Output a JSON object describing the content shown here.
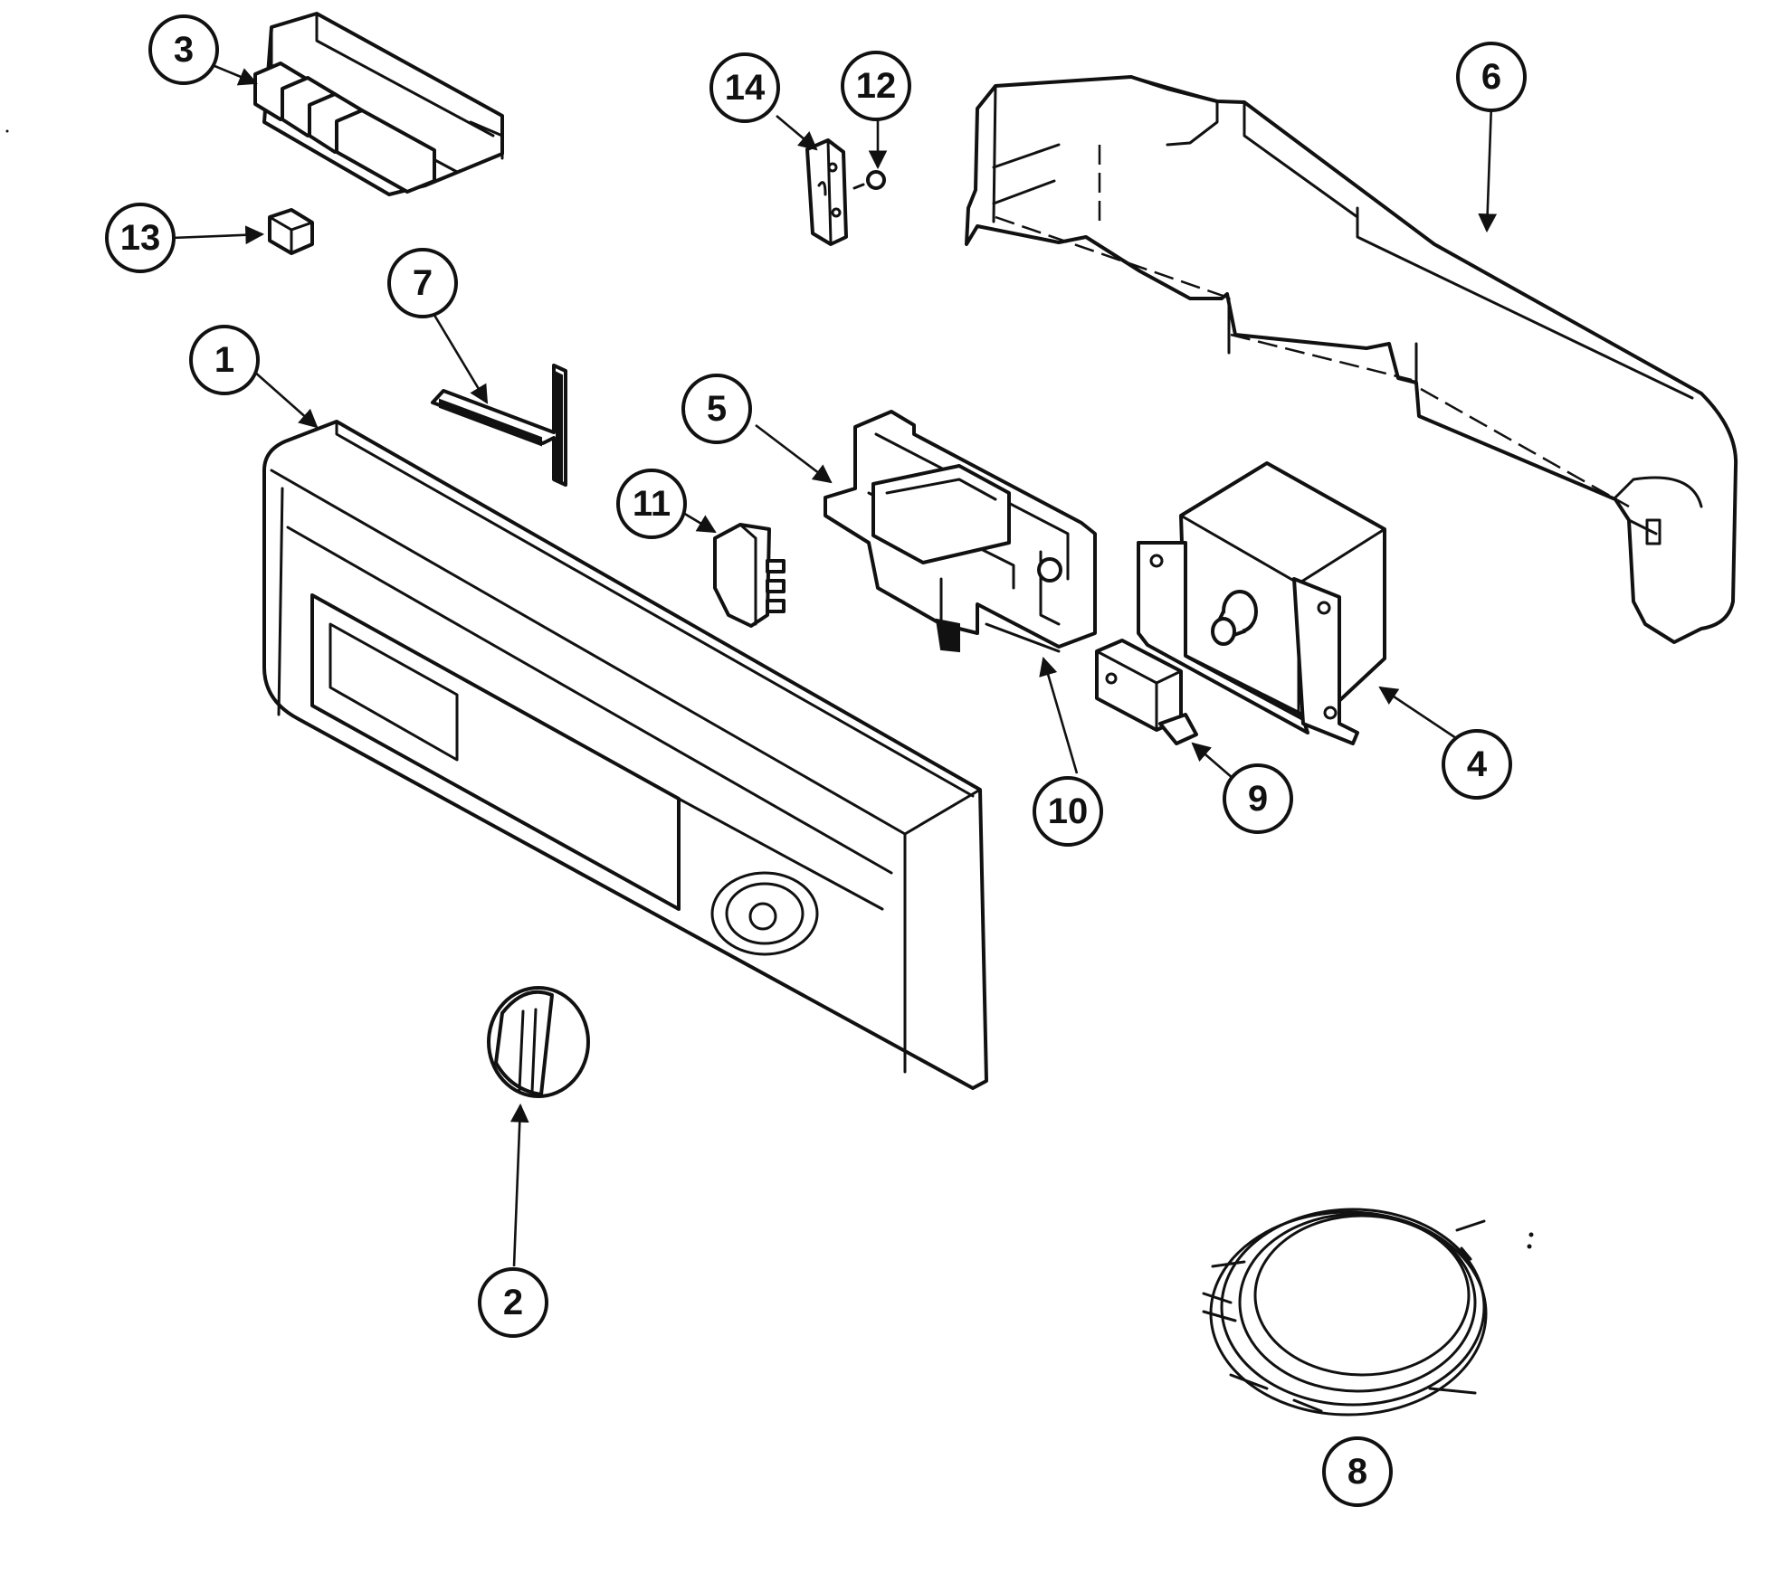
{
  "diagram": {
    "callouts": [
      {
        "label": "1"
      },
      {
        "label": "2"
      },
      {
        "label": "3"
      },
      {
        "label": "4"
      },
      {
        "label": "5"
      },
      {
        "label": "6"
      },
      {
        "label": "7"
      },
      {
        "label": "8"
      },
      {
        "label": "9"
      },
      {
        "label": "10"
      },
      {
        "label": "11"
      },
      {
        "label": "12"
      },
      {
        "label": "13"
      },
      {
        "label": "14"
      }
    ]
  },
  "colors": {
    "line": "#111111",
    "background": "#ffffff"
  }
}
